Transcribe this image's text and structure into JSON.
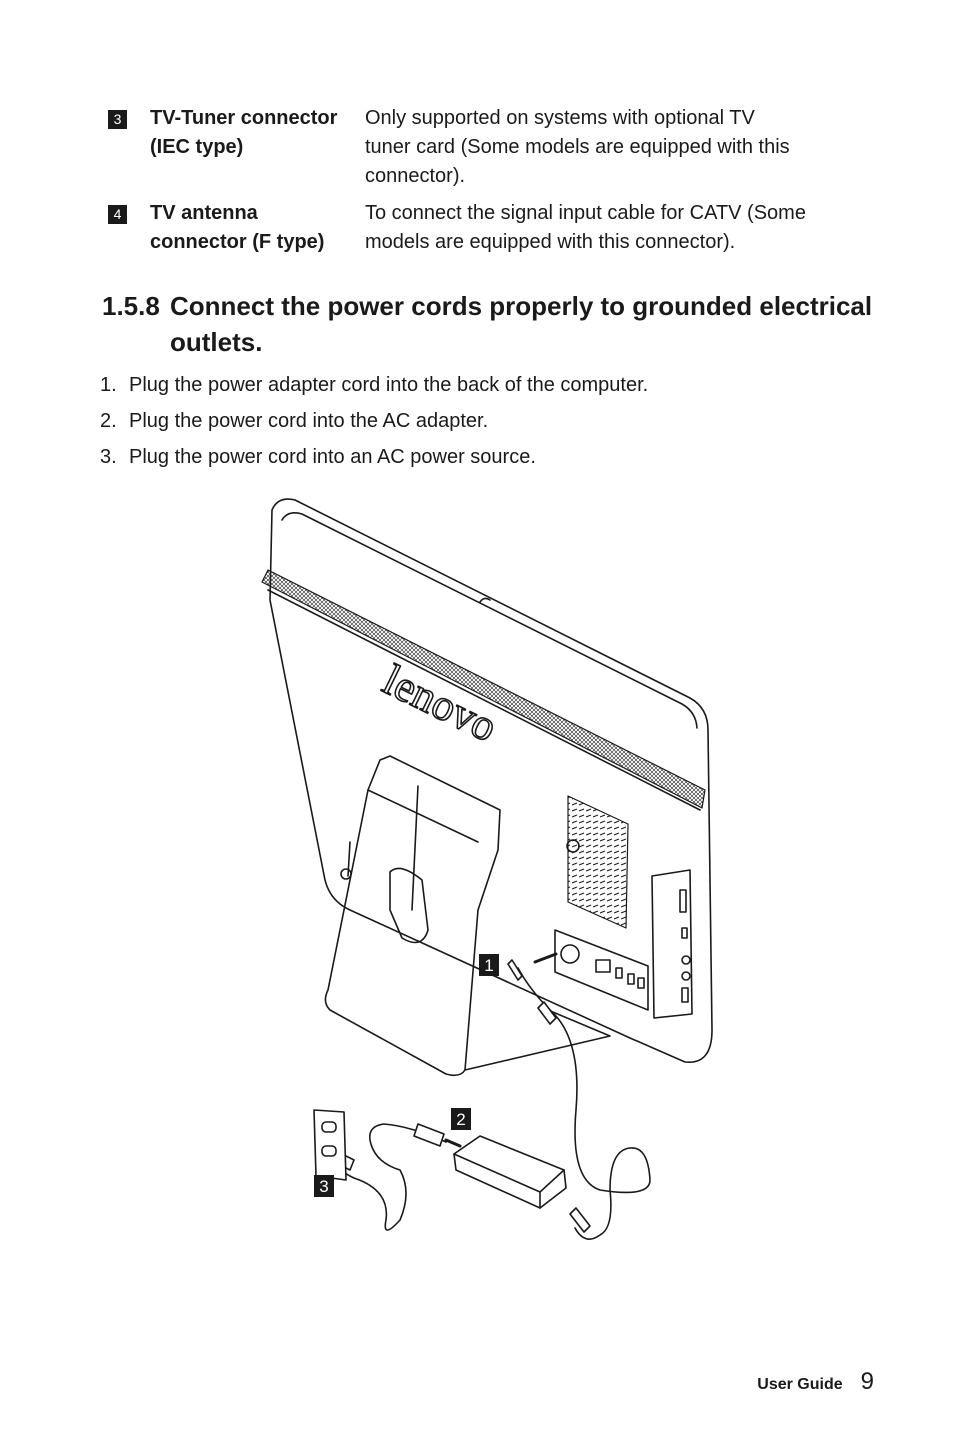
{
  "connectors": [
    {
      "badge": "3",
      "name_lines": [
        "TV-Tuner connector",
        "(IEC type)"
      ],
      "desc_lines": [
        "Only supported on systems with optional TV",
        "tuner card (Some models are equipped with this",
        "connector)."
      ]
    },
    {
      "badge": "4",
      "name_lines": [
        "TV antenna",
        "connector (F type)"
      ],
      "desc_lines": [
        "To connect the signal input cable for CATV (Some",
        "models are equipped with this connector)."
      ]
    }
  ],
  "section": {
    "number": "1.5.8",
    "title_line1": "Connect the power cords properly to grounded electrical",
    "title_line2": "outlets."
  },
  "steps": [
    {
      "num": "1.",
      "text": "Plug the power adapter cord into the back of the computer."
    },
    {
      "num": "2.",
      "text": "Plug the power cord into the AC adapter."
    },
    {
      "num": "3.",
      "text": "Plug the power cord into an AC power source."
    }
  ],
  "figure": {
    "callouts": [
      "1",
      "2",
      "3"
    ],
    "brand": "lenovo"
  },
  "footer": {
    "label": "User Guide",
    "page": "9"
  }
}
